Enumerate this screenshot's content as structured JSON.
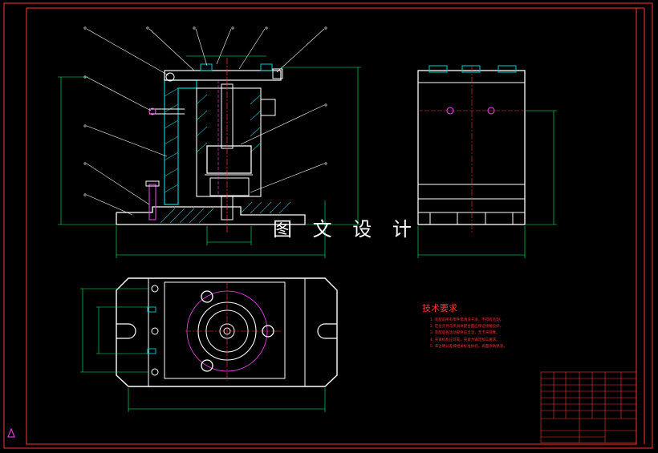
{
  "watermark": "图 文 设 计",
  "tech_requirements": {
    "title": "技术要求",
    "items": [
      "1. 装配前所有零件需清洗干净，不得有毛刺。",
      "2. 定位元件与夹具体配合面应保证接触良好。",
      "3. 装配后各活动部件应灵活，无卡滞现象。",
      "4. 夹紧机构应可靠，夹紧力满足加工要求。",
      "5. 未注明公差按相关标准执行，表面涂防锈漆。"
    ]
  },
  "colors": {
    "frame": "#ff3333",
    "outline": "#ffffff",
    "dimension": "#00ff66",
    "centerline": "#ff3333",
    "part": "#00cccc",
    "leader": "#ffffff",
    "accent": "#ff44ff"
  }
}
